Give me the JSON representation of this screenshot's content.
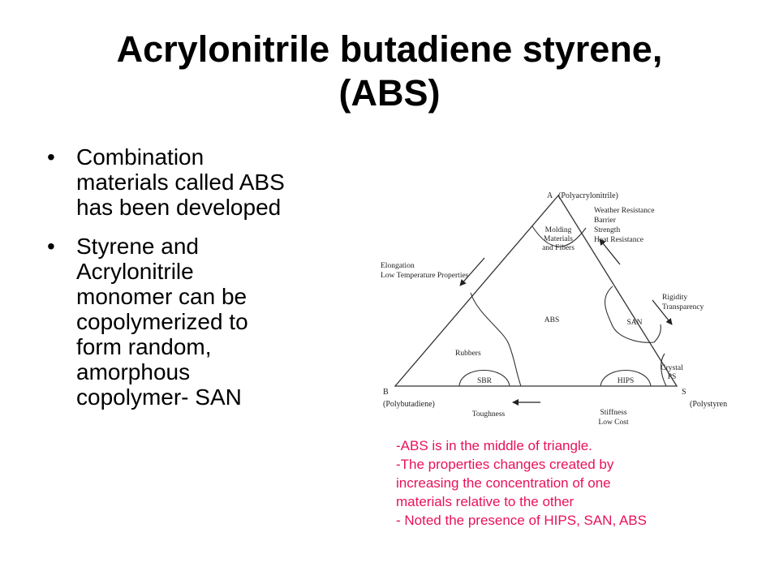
{
  "title": {
    "line1": "Acrylonitrile butadiene styrene,",
    "line2": "(ABS)"
  },
  "bullets": [
    {
      "symbol": "•",
      "lines": [
        "Combination",
        "materials called ABS",
        "has been developed"
      ]
    },
    {
      "symbol": "•",
      "lines": [
        "Styrene and",
        "Acrylonitrile",
        "monomer can be",
        "copolymerized to",
        "form random,",
        "amorphous",
        "copolymer- SAN"
      ]
    }
  ],
  "diagram": {
    "vertex_a": "A",
    "vertex_a_name": "(Polyacrylonitrile)",
    "vertex_b": "B",
    "vertex_b_name": "(Polybutadiene)",
    "vertex_s": "S",
    "vertex_s_name": "(Polystyrene)",
    "molding": [
      "Molding",
      "Materials",
      "and Fibers"
    ],
    "properties_a": [
      "Weather Resistance",
      "Barrier",
      "Strength",
      "Heat Resistance"
    ],
    "elongation": [
      "Elongation",
      "Low Temperature Properties"
    ],
    "rigidity": [
      "Rigidity",
      "Transparency"
    ],
    "region_abs": "ABS",
    "region_san": "SAN",
    "region_rubbers": "Rubbers",
    "region_sbr": "SBR",
    "region_hips": "HIPS",
    "region_crystal": [
      "Crystal",
      "PS"
    ],
    "toughness": "Toughness",
    "stiffness": [
      "Stiffness",
      "Low Cost"
    ]
  },
  "note": {
    "lines": [
      "-ABS is in the middle of triangle.",
      "-The properties changes created by",
      "increasing the concentration of one",
      "materials relative to the other",
      "- Noted the presence of HIPS, SAN, ABS"
    ],
    "color": "#e8115b"
  }
}
